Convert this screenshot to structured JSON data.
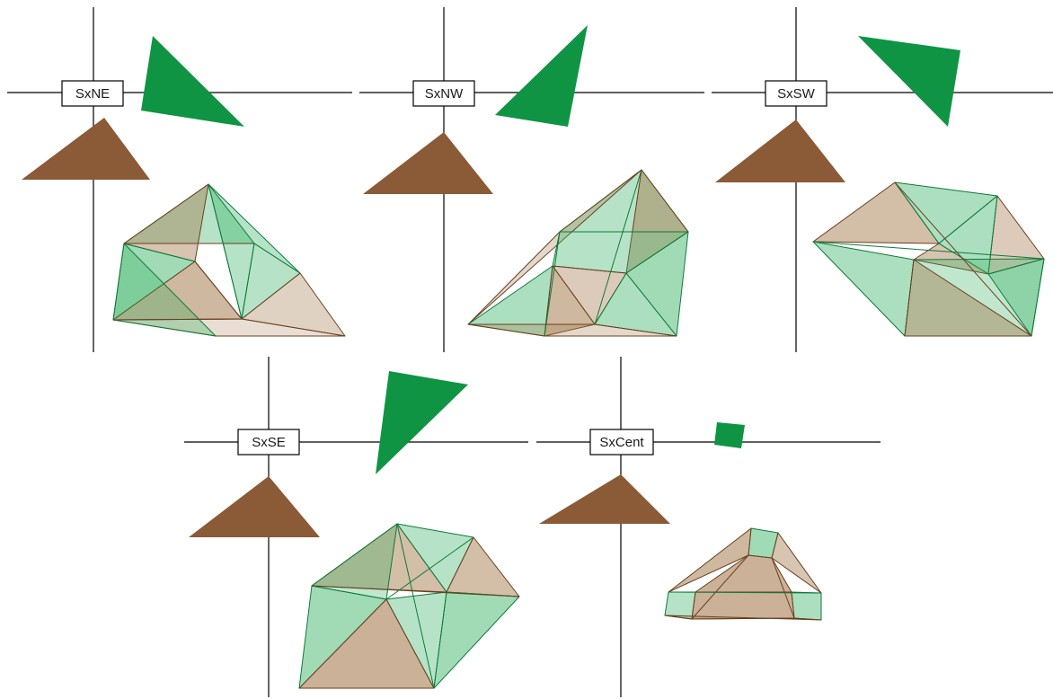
{
  "colors": {
    "brown": "#8b5a36",
    "green": "#0f9444",
    "green_face": "#2faf5e",
    "brown_face": "#a77d52",
    "edge_green": "#0e7a3a",
    "edge_brown": "#6b3f1e",
    "axis": "#000000"
  },
  "panels": [
    {
      "label": "SxNE"
    },
    {
      "label": "SxNW"
    },
    {
      "label": "SxSW"
    },
    {
      "label": "SxSE"
    },
    {
      "label": "SxCent"
    }
  ]
}
